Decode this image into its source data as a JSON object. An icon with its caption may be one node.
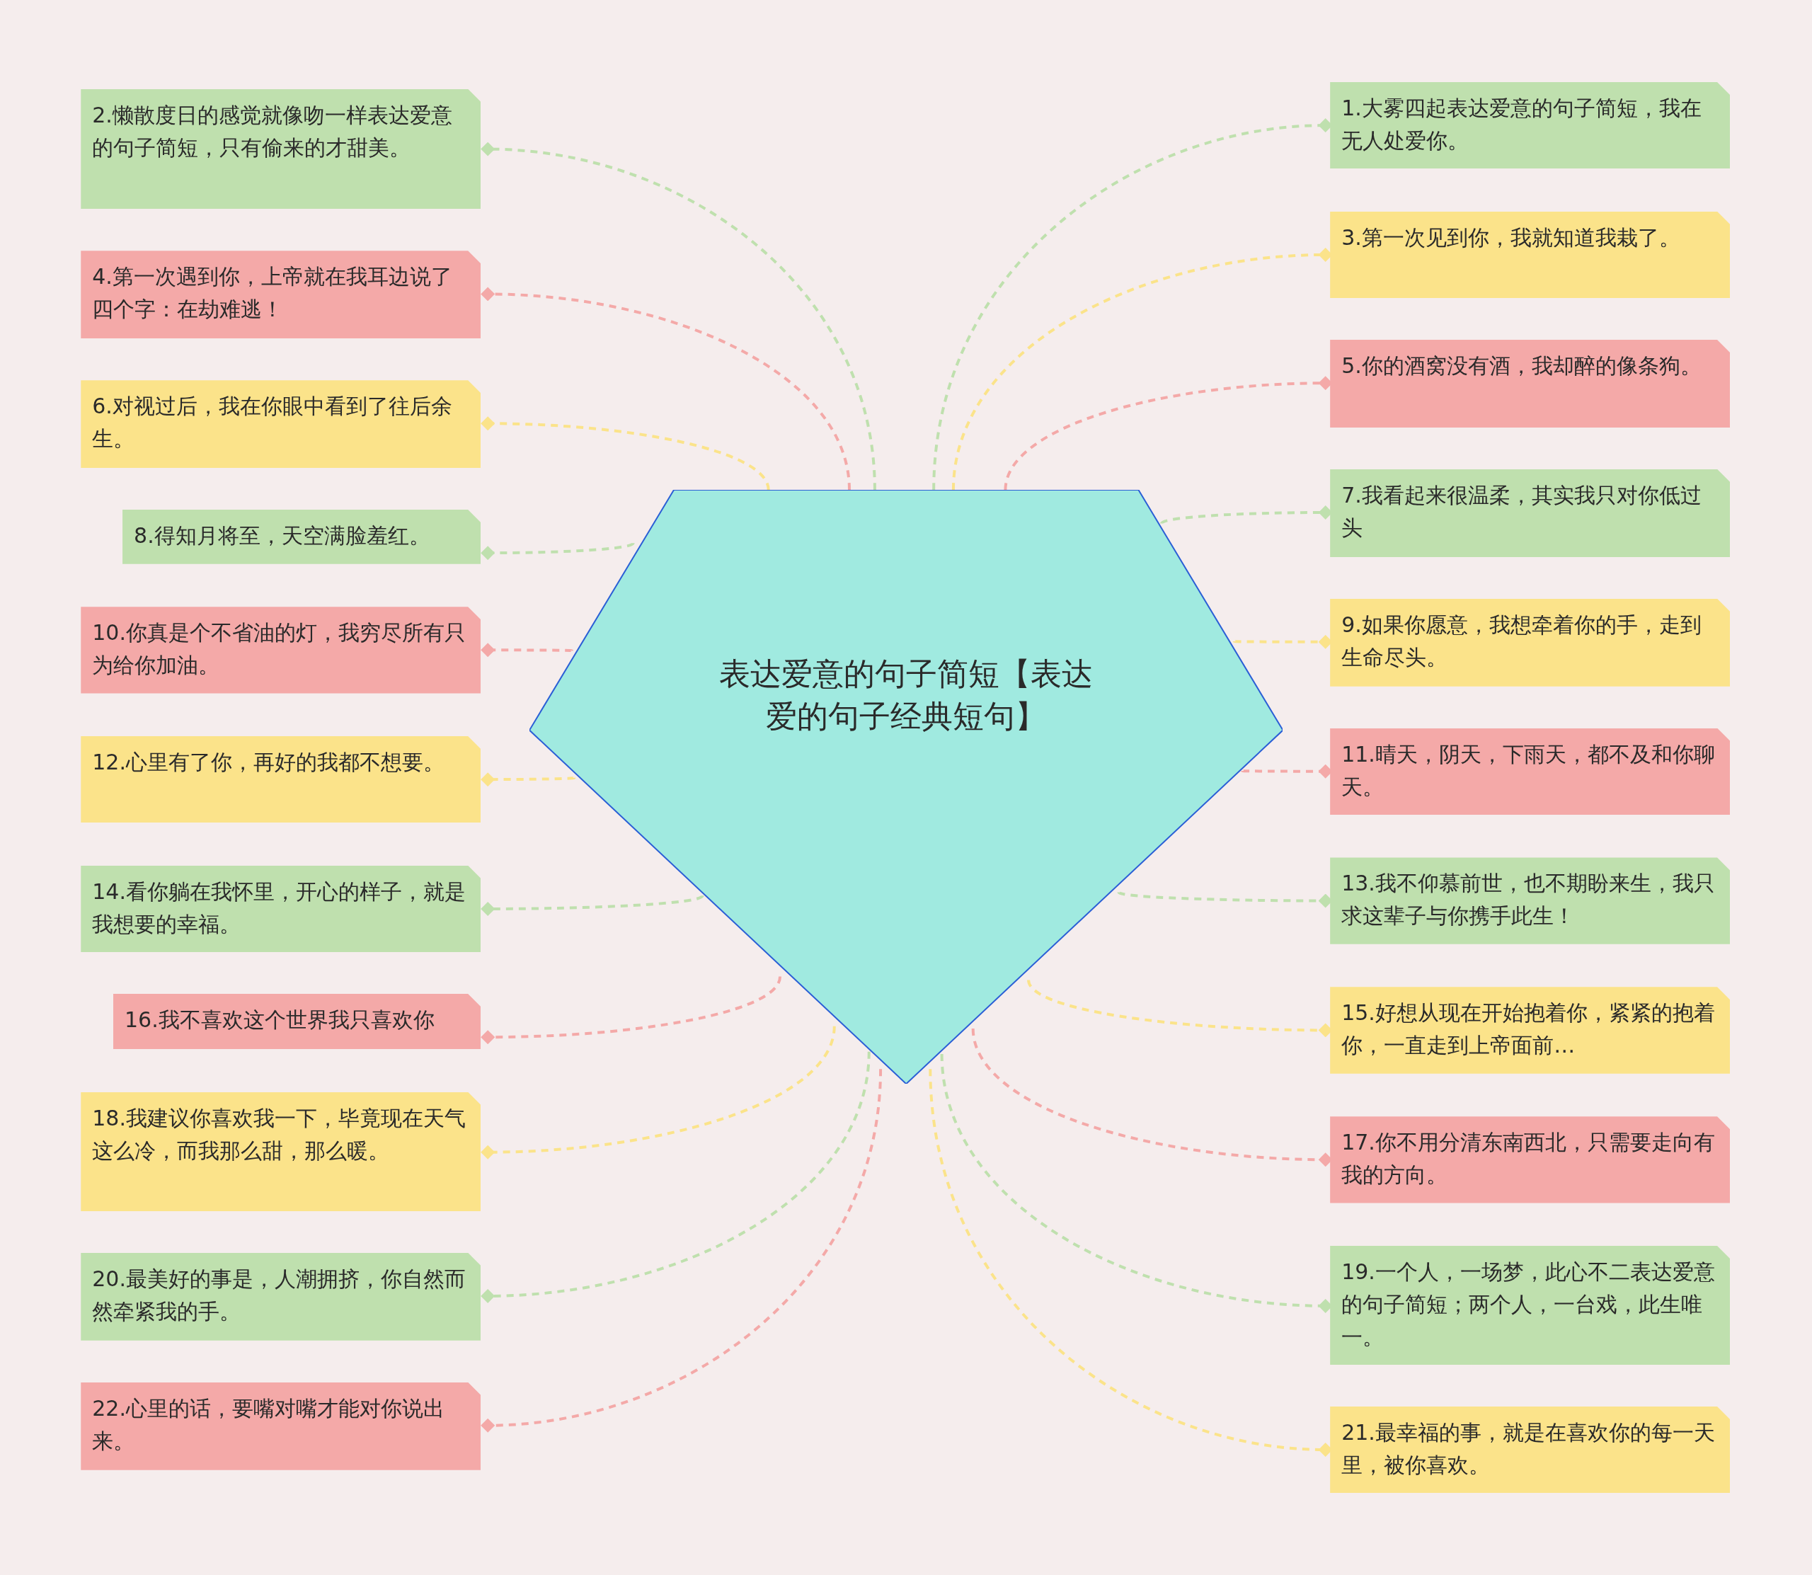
{
  "diagram": {
    "nodes": [
      {
        "text": [
          "表达爱意的句子简短【表达爱的句子经典短句】"
        ]
      },
      {
        "text": [
          "1.大雾四起表达爱意的句子简短，我在无人处爱你。"
        ]
      },
      {
        "text": [
          "2.懒散度日的感觉就像吻一样表达爱意的句子简短，只有偷来的才甜美。"
        ]
      },
      {
        "text": [
          "3.第一次见到你，我就知道我栽了。"
        ]
      },
      {
        "text": [
          "4.第一次遇到你，上帝就在我耳边说了四个字：在劫难逃！"
        ]
      },
      {
        "text": [
          "5.你的酒窝没有酒，我却醉的像条狗。"
        ]
      },
      {
        "text": [
          "6.对视过后，我在你眼中看到了往后余生。"
        ]
      },
      {
        "text": [
          "7.我看起来很温柔，其实我只对你低过头"
        ]
      },
      {
        "text": [
          "8.得知月将至，天空满脸羞红。"
        ]
      },
      {
        "text": [
          "9.如果你愿意，我想牵着你的手，走到生命尽头。"
        ]
      },
      {
        "text": [
          "10.你真是个不省油的灯，我穷尽所有只为给你加油。"
        ]
      },
      {
        "text": [
          "11.晴天，阴天，下雨天，都不及和你聊天。"
        ]
      },
      {
        "text": [
          "12.心里有了你，再好的我都不想要。"
        ]
      },
      {
        "text": [
          "13.我不仰慕前世，也不期盼来生，我只求这辈子与你携手此生！"
        ]
      },
      {
        "text": [
          "14.看你躺在我怀里，开心的样子，就是我想要的幸福。"
        ]
      },
      {
        "text": [
          "15.好想从现在开始抱着你，紧紧的抱着你，一直走到上帝面前…"
        ]
      },
      {
        "text": [
          "16.我不喜欢这个世界我只喜欢你"
        ]
      },
      {
        "text": [
          "17.你不用分清东南西北，只需要走向有我的方向。"
        ]
      },
      {
        "text": [
          "18.我建议你喜欢我一下，毕竟现在天气这么冷，而我那么甜，那么暖。"
        ]
      },
      {
        "text": [
          "19.一个人，一场梦，此心不二表达爱意的句子简短；两个人，一台戏，此生唯一。"
        ]
      },
      {
        "text": [
          "20.最美好的事是，人潮拥挤，你自然而然牵紧我的手。"
        ]
      },
      {
        "text": [
          "21.最幸福的事，就是在喜欢你的每一天里，被你喜欢。"
        ]
      },
      {
        "text": [
          "22.心里的话，要嘴对嘴才能对你说出来。"
        ]
      }
    ],
    "edges": [
      {
        "from": 0,
        "to": 1,
        "arrow": "other",
        "style": "dashed",
        "color": "#bfe0ae"
      },
      {
        "from": 0,
        "to": 2,
        "arrow": "other",
        "style": "dashed",
        "color": "#bfe0ae"
      },
      {
        "from": 0,
        "to": 3,
        "arrow": "other",
        "style": "dashed",
        "color": "#fbe38a"
      },
      {
        "from": 0,
        "to": 4,
        "arrow": "other",
        "style": "dashed",
        "color": "#f4a9a8"
      },
      {
        "from": 0,
        "to": 5,
        "arrow": "other",
        "style": "dashed",
        "color": "#f4a9a8"
      },
      {
        "from": 0,
        "to": 6,
        "arrow": "other",
        "style": "dashed",
        "color": "#fbe38a"
      },
      {
        "from": 0,
        "to": 7,
        "arrow": "other",
        "style": "dashed",
        "color": "#bfe0ae"
      },
      {
        "from": 0,
        "to": 8,
        "arrow": "other",
        "style": "dashed",
        "color": "#bfe0ae"
      },
      {
        "from": 0,
        "to": 9,
        "arrow": "other",
        "style": "dashed",
        "color": "#fbe38a"
      },
      {
        "from": 0,
        "to": 10,
        "arrow": "other",
        "style": "dashed",
        "color": "#f4a9a8"
      },
      {
        "from": 0,
        "to": 11,
        "arrow": "other",
        "style": "dashed",
        "color": "#f4a9a8"
      },
      {
        "from": 0,
        "to": 12,
        "arrow": "other",
        "style": "dashed",
        "color": "#fbe38a"
      },
      {
        "from": 0,
        "to": 13,
        "arrow": "other",
        "style": "dashed",
        "color": "#bfe0ae"
      },
      {
        "from": 0,
        "to": 14,
        "arrow": "other",
        "style": "dashed",
        "color": "#bfe0ae"
      },
      {
        "from": 0,
        "to": 15,
        "arrow": "other",
        "style": "dashed",
        "color": "#fbe38a"
      },
      {
        "from": 0,
        "to": 16,
        "arrow": "other",
        "style": "dashed",
        "color": "#f4a9a8"
      },
      {
        "from": 0,
        "to": 17,
        "arrow": "other",
        "style": "dashed",
        "color": "#f4a9a8"
      },
      {
        "from": 0,
        "to": 18,
        "arrow": "other",
        "style": "dashed",
        "color": "#fbe38a"
      },
      {
        "from": 0,
        "to": 19,
        "arrow": "other",
        "style": "dashed",
        "color": "#bfe0ae"
      },
      {
        "from": 0,
        "to": 20,
        "arrow": "other",
        "style": "dashed",
        "color": "#bfe0ae"
      },
      {
        "from": 0,
        "to": 21,
        "arrow": "other",
        "style": "dashed",
        "color": "#fbe38a"
      },
      {
        "from": 0,
        "to": 22,
        "arrow": "other",
        "style": "dashed",
        "color": "#f4a9a8"
      }
    ]
  }
}
